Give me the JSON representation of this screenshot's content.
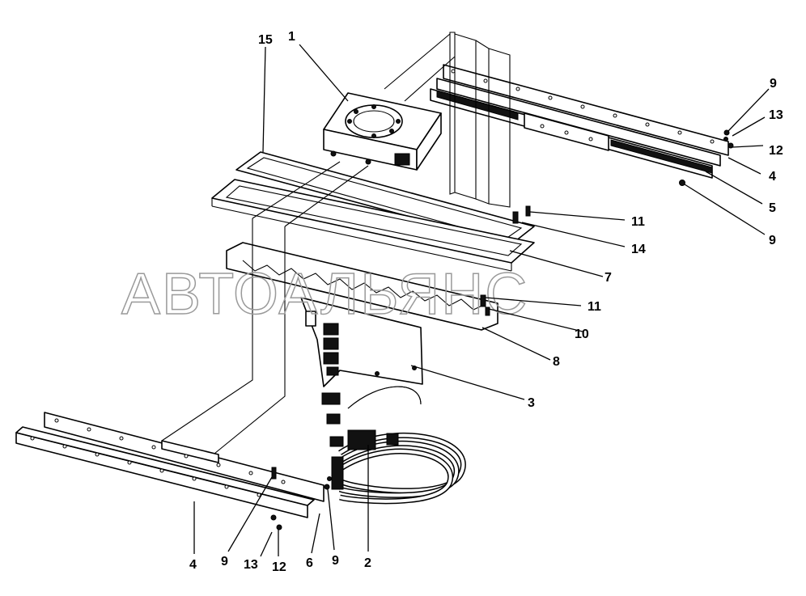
{
  "watermark": "АВТОАЛЬЯНС",
  "callouts": [
    {
      "id": "c15",
      "text": "15"
    },
    {
      "id": "c1",
      "text": "1"
    },
    {
      "id": "c9a",
      "text": "9"
    },
    {
      "id": "c13a",
      "text": "13"
    },
    {
      "id": "c12a",
      "text": "12"
    },
    {
      "id": "c4a",
      "text": "4"
    },
    {
      "id": "c5",
      "text": "5"
    },
    {
      "id": "c9b",
      "text": "9"
    },
    {
      "id": "c11a",
      "text": "11"
    },
    {
      "id": "c14",
      "text": "14"
    },
    {
      "id": "c7",
      "text": "7"
    },
    {
      "id": "c11b",
      "text": "11"
    },
    {
      "id": "c10",
      "text": "10"
    },
    {
      "id": "c8",
      "text": "8"
    },
    {
      "id": "c3",
      "text": "3"
    },
    {
      "id": "c4b",
      "text": "4"
    },
    {
      "id": "c9c",
      "text": "9"
    },
    {
      "id": "c13b",
      "text": "13"
    },
    {
      "id": "c12b",
      "text": "12"
    },
    {
      "id": "c6",
      "text": "6"
    },
    {
      "id": "c9d",
      "text": "9"
    },
    {
      "id": "c2",
      "text": "2"
    }
  ]
}
